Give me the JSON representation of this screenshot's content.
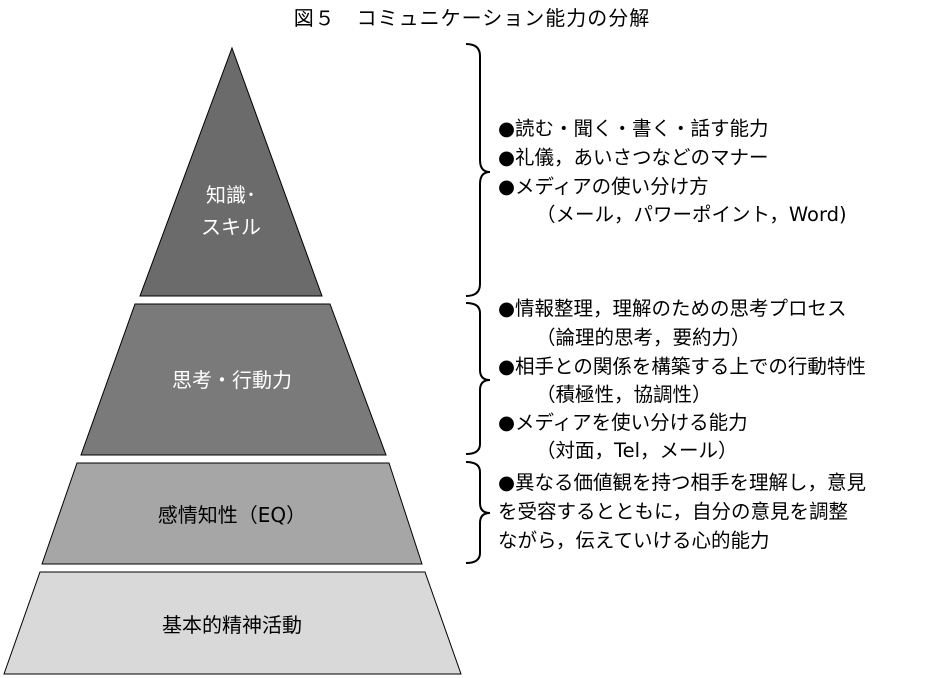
{
  "title": "図５　コミュニケーション能力の分解",
  "levels": [
    {
      "label_line1": "知識･",
      "label_line2": "スキル",
      "color": "#6b6b6b",
      "text_color": "#ffffff"
    },
    {
      "label": "思考・行動力",
      "color": "#7a7a7a",
      "text_color": "#ffffff"
    },
    {
      "label": "感情知性（EQ）",
      "color": "#a6a6a6",
      "text_color": "#000000"
    },
    {
      "label": "基本的精神活動",
      "color": "#d9d9d9",
      "text_color": "#000000"
    }
  ],
  "descriptions": [
    {
      "lines": [
        {
          "text": "●読む・聞く・書く・話す能力",
          "indent": false
        },
        {
          "text": "●礼儀，あいさつなどのマナー",
          "indent": false
        },
        {
          "text": "●メディアの使い分け方",
          "indent": false
        },
        {
          "text": "（メール，パワーポイント，Word)",
          "indent": true
        }
      ]
    },
    {
      "lines": [
        {
          "text": "●情報整理，理解のための思考プロセス",
          "indent": false
        },
        {
          "text": "（論理的思考，要約力）",
          "indent": true
        },
        {
          "text": "●相手との関係を構築する上での行動特性",
          "indent": false
        },
        {
          "text": "（積極性，協調性）",
          "indent": true
        },
        {
          "text": "●メディアを使い分ける能力",
          "indent": false
        },
        {
          "text": "（対面，Tel，メール）",
          "indent": true
        }
      ]
    },
    {
      "lines": [
        {
          "text": "●異なる価値観を持つ相手を理解し，意見",
          "indent": false
        },
        {
          "text": "を受容するとともに，自分の意見を調整",
          "indent": true
        },
        {
          "text": "ながら，伝えていける心的能力",
          "indent": true
        }
      ]
    }
  ]
}
